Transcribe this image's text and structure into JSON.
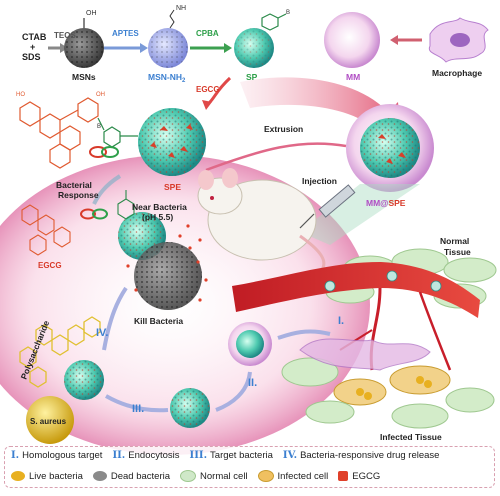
{
  "reagents": {
    "ctab": "CTAB",
    "plus": "+",
    "sds": "SDS",
    "teos": "TEOS",
    "aptes": "APTES",
    "cpba": "CPBA",
    "egcg_reagent": "EGCG"
  },
  "particles": {
    "msns": "MSNs",
    "msn_nh2": "MSN-NH",
    "msn_sub": "2",
    "sp": "SP",
    "spe": "SPE",
    "mm": "MM",
    "macrophage": "Macrophage",
    "mm_at": "MM@",
    "mm_spe": "SPE"
  },
  "labels": {
    "extrusion": "Extrusion",
    "injection": "Injection",
    "bacterial_response_l1": "Bacterial",
    "bacterial_response_l2": "Response",
    "near_bacteria_l1": "Near Bacteria",
    "near_bacteria_l2": "(pH 5.5)",
    "kill_bacteria": "Kill Bacteria",
    "egcg_struct": "EGCG",
    "polysaccharide": "Polysaccharide",
    "s_aureus": "S. aureus",
    "normal_tissue_l1": "Normal",
    "normal_tissue_l2": "Tissue",
    "infected_tissue": "Infected Tissue",
    "step_i": "I.",
    "step_ii": "II.",
    "step_iii": "III.",
    "step_iv": "IV."
  },
  "legend": {
    "steps": [
      {
        "num": "I.",
        "text": "Homologous target"
      },
      {
        "num": "II.",
        "text": "Endocytosis"
      },
      {
        "num": "III.",
        "text": "Target bacteria"
      },
      {
        "num": "IV.",
        "text": "Bacteria-responsive drug release"
      }
    ],
    "symbols": [
      {
        "text": "Live bacteria",
        "color": "#e8b020"
      },
      {
        "text": "Dead bacteria",
        "color": "#8a8a8a"
      },
      {
        "text": "Normal cell",
        "color": "#cfe8c8"
      },
      {
        "text": "Infected cell",
        "color": "#f0c060"
      },
      {
        "text": "EGCG",
        "color": "#e0402a"
      }
    ]
  },
  "colors": {
    "accent_blue": "#3b82c4",
    "accent_green": "#2ea04a",
    "accent_red": "#d83a2a",
    "accent_purple": "#b04cc4",
    "step_numeral": "#3b7fd0"
  }
}
